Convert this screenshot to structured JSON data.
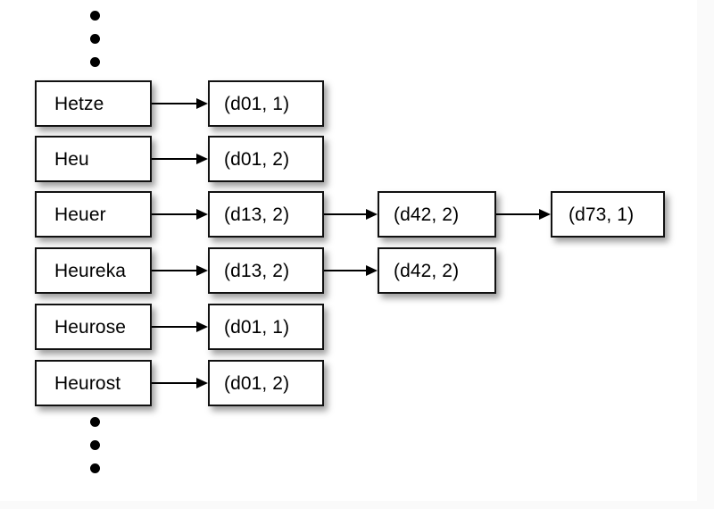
{
  "diagram": {
    "title": "inverted index term to postings chain",
    "background_color": "#ffffff",
    "page_color": "#fafafa",
    "box_border_color": "#111111",
    "arrow_color": "#000000",
    "ellipsis_top": [
      "dot",
      "dot",
      "dot"
    ],
    "ellipsis_bottom": [
      "dot",
      "dot",
      "dot"
    ],
    "terms": [
      {
        "label": "Hetze"
      },
      {
        "label": "Heu"
      },
      {
        "label": "Heuer"
      },
      {
        "label": "Heureka"
      },
      {
        "label": "Heurose"
      },
      {
        "label": "Heurost"
      }
    ],
    "postings_col1": [
      {
        "label": "(d01, 1)"
      },
      {
        "label": "(d01, 2)"
      },
      {
        "label": "(d13, 2)"
      },
      {
        "label": "(d13, 2)"
      },
      {
        "label": "(d01, 1)"
      },
      {
        "label": "(d01, 2)"
      }
    ],
    "postings_col2": [
      {
        "label": "(d42, 2)"
      },
      {
        "label": "(d42, 2)"
      }
    ],
    "postings_col3": [
      {
        "label": "(d73, 1)"
      }
    ]
  }
}
